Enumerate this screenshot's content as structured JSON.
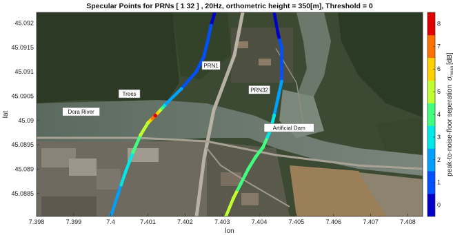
{
  "chart_data": {
    "type": "scatter",
    "title": "Specular Points for PRNs [ 1  32 ] , 20Hz, orthometric height = 350[m], Threshold = 0",
    "xlabel": "lon",
    "ylabel": "lat",
    "xlim": [
      7.398,
      7.4084
    ],
    "ylim": [
      45.08803,
      45.09222
    ],
    "xticks": [
      "7.398",
      "7.399",
      "7.4",
      "7.401",
      "7.402",
      "7.403",
      "7.404",
      "7.405",
      "7.406",
      "7.407",
      "7.408"
    ],
    "yticks": [
      "45.08850",
      "45.08900",
      "45.08950",
      "45.09000",
      "45.09050",
      "45.09100",
      "45.09150",
      "45.09200"
    ],
    "ytick_labels": [
      "45.0885",
      "45.089",
      "45.0895",
      "45.09",
      "45.0905",
      "45.091",
      "45.0915",
      "45.092"
    ],
    "background": "satellite image",
    "colorbar": {
      "label": "peak-to-noise-floor seperation",
      "label_symbol": "σ",
      "label_subscript": "mean",
      "label_unit": "[dB]",
      "range": [
        -0.5,
        8.5
      ],
      "ticks": [
        "0",
        "1",
        "2",
        "3",
        "4",
        "5",
        "6",
        "7",
        "8"
      ],
      "colors": [
        "#0000c8",
        "#0050ff",
        "#00a0ff",
        "#00e8e8",
        "#40ff80",
        "#c0ff30",
        "#ffd000",
        "#ff7000",
        "#e00000"
      ]
    },
    "series": [
      {
        "name": "PRN1",
        "points": [
          {
            "x": 7.4,
            "y": 45.08803,
            "c": 2.0
          },
          {
            "x": 7.4002,
            "y": 45.0885,
            "c": 2.2
          },
          {
            "x": 7.4004,
            "y": 45.08895,
            "c": 3.0
          },
          {
            "x": 7.4006,
            "y": 45.08935,
            "c": 3.5
          },
          {
            "x": 7.4008,
            "y": 45.0897,
            "c": 4.5
          },
          {
            "x": 7.401,
            "y": 45.08995,
            "c": 5.2
          },
          {
            "x": 7.4012,
            "y": 45.0901,
            "c": 7.5
          },
          {
            "x": 7.4015,
            "y": 45.09035,
            "c": 2.0
          },
          {
            "x": 7.4019,
            "y": 45.09065,
            "c": 1.5
          },
          {
            "x": 7.4023,
            "y": 45.091,
            "c": 1.3
          },
          {
            "x": 7.4025,
            "y": 45.0913,
            "c": 1.0
          },
          {
            "x": 7.4026,
            "y": 45.0916,
            "c": 1.0
          },
          {
            "x": 7.4027,
            "y": 45.09195,
            "c": 0.5
          },
          {
            "x": 7.4028,
            "y": 45.09222,
            "c": 0.2
          }
        ]
      },
      {
        "name": "PRN32",
        "points": [
          {
            "x": 7.4031,
            "y": 45.08803,
            "c": 5.0
          },
          {
            "x": 7.4033,
            "y": 45.0884,
            "c": 5.0
          },
          {
            "x": 7.4035,
            "y": 45.0887,
            "c": 4.0
          },
          {
            "x": 7.4037,
            "y": 45.089,
            "c": 3.5
          },
          {
            "x": 7.4039,
            "y": 45.08925,
            "c": 3.5
          },
          {
            "x": 7.4041,
            "y": 45.08945,
            "c": 4.0
          },
          {
            "x": 7.4043,
            "y": 45.0898,
            "c": 3.0
          },
          {
            "x": 7.4044,
            "y": 45.0901,
            "c": 2.5
          },
          {
            "x": 7.4045,
            "y": 45.09045,
            "c": 1.8
          },
          {
            "x": 7.4046,
            "y": 45.0908,
            "c": 1.5
          },
          {
            "x": 7.4046,
            "y": 45.09115,
            "c": 1.0
          },
          {
            "x": 7.4046,
            "y": 45.0915,
            "c": 0.8
          },
          {
            "x": 7.4045,
            "y": 45.0918,
            "c": 0.3
          },
          {
            "x": 7.4044,
            "y": 45.09222,
            "c": 0.0
          }
        ]
      }
    ],
    "annotations": [
      {
        "name": "prn1-label",
        "text": "PRN1",
        "x": 7.4027,
        "y": 45.09113
      },
      {
        "name": "prn32-label",
        "text": "PRN32",
        "x": 7.404,
        "y": 45.09063
      },
      {
        "name": "trees-label",
        "text": "Trees",
        "x": 7.4005,
        "y": 45.09055
      },
      {
        "name": "dora-river-label",
        "text": "Dora River",
        "x": 7.3992,
        "y": 45.09018
      },
      {
        "name": "artificial-dam-label",
        "text": "Artificial Dam",
        "x": 7.4048,
        "y": 45.08985
      }
    ]
  }
}
